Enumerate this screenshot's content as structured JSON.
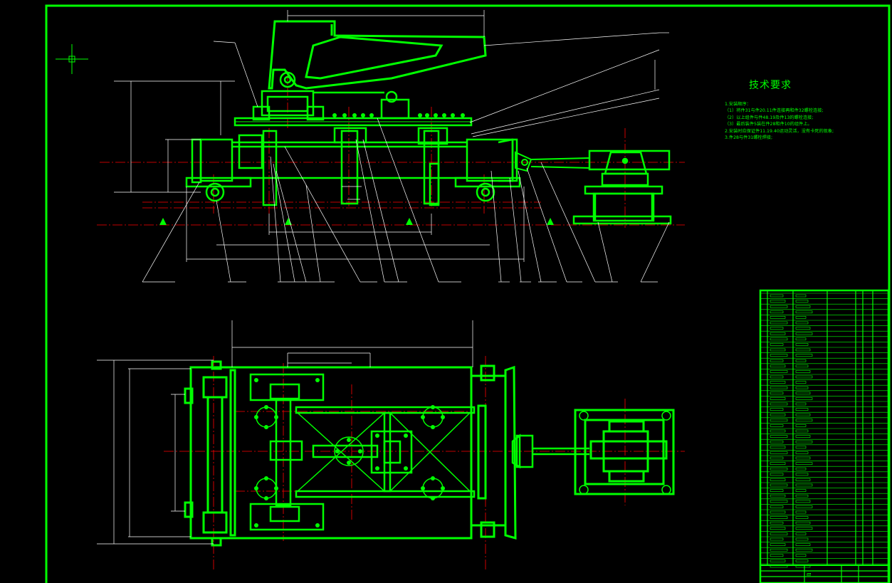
{
  "colors": {
    "background": "#000000",
    "outline": "#00ff00",
    "thin_line": "#ffffff",
    "center_line": "#ff0000"
  },
  "technical_requirements": {
    "title": "技术要求",
    "items": [
      "1.安装顺序：",
      "（1）将件31与件20.11件连接再和件32螺栓连接;",
      "（2）以上组件与件48.19及件13的螺栓连接;",
      "（3）最后装件5装在件28和件10的组件上。",
      "2.安装时应保证件11.19.40运动灵活，没有卡死的现象;",
      "3.件28与件31螺栓焊接;"
    ]
  },
  "title_block": {
    "drawing_mark": "ᄅ"
  }
}
